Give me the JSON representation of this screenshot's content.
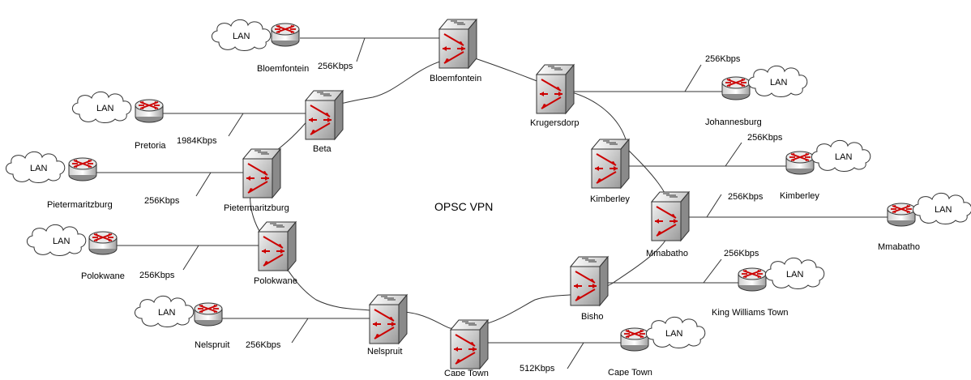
{
  "diagram": {
    "center_label": "OPSC VPN",
    "lan_label": "LAN",
    "sites": [
      {
        "id": "bloemfontein",
        "switch_label": "Bloemfontein",
        "router_label": "Bloemfontein",
        "speed": "256Kbps"
      },
      {
        "id": "pretoria",
        "switch_label": "Beta",
        "router_label": "Pretoria",
        "speed": "1984Kbps"
      },
      {
        "id": "pietermaritzburg",
        "switch_label": "Pietermaritzburg",
        "router_label": "Pietermaritzburg",
        "speed": "256Kbps"
      },
      {
        "id": "polokwane",
        "switch_label": "Polokwane",
        "router_label": "Polokwane",
        "speed": "256Kbps"
      },
      {
        "id": "nelspruit",
        "switch_label": "Nelspruit",
        "router_label": "Nelspruit",
        "speed": "256Kbps"
      },
      {
        "id": "capetown",
        "switch_label": "Cape Town",
        "router_label": "Cape Town",
        "speed": "512Kbps"
      },
      {
        "id": "kwt",
        "switch_label": "Bisho",
        "router_label": "King Williams Town",
        "speed": "256Kbps"
      },
      {
        "id": "mmabatho",
        "switch_label": "Mmabatho",
        "router_label": "Mmabatho",
        "speed": "256Kbps"
      },
      {
        "id": "kimberley",
        "switch_label": "Kimberley",
        "router_label": "Kimberley",
        "speed": "256Kbps"
      },
      {
        "id": "johannesburg",
        "switch_label": "Krugersdorp",
        "router_label": "Johannesburg",
        "speed": "256Kbps"
      }
    ]
  }
}
